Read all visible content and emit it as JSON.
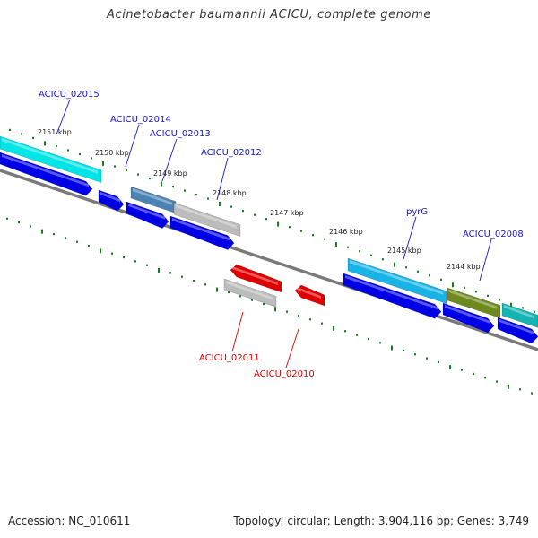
{
  "title": "Acinetobacter baumannii ACICU, complete genome",
  "footer": {
    "accession": "Accession: NC_010611",
    "summary": "Topology: circular; Length: 3,904,116 bp; Genes: 3,749"
  },
  "colors": {
    "backbone": "#7a7a7a",
    "tick": "#138013",
    "cds": "#0000e6",
    "label_blue": "#1616c8",
    "label_red": "#e00000",
    "cyan": "#00e6e6",
    "sky": "#19b4e6",
    "steelblue": "#4a82b4",
    "gray": "#bcbcbc",
    "olive": "#6e8a1e",
    "teal": "#14b4b4",
    "red": "#e00000"
  },
  "scale": {
    "unit": "kbp",
    "labels": [
      "2151 kbp",
      "2150 kbp",
      "2149 kbp",
      "2148 kbp",
      "2147 kbp",
      "2146 kbp",
      "2145 kbp",
      "2144 kbp"
    ]
  },
  "features": {
    "plus_strand": [
      {
        "label": "ACICU_02015",
        "color": "cyan"
      },
      {
        "label": "ACICU_02014",
        "color": "none"
      },
      {
        "label": "ACICU_02013",
        "color": "steelblue"
      },
      {
        "label": "ACICU_02012",
        "color": "gray"
      },
      {
        "label": "pyrG",
        "color": "sky"
      },
      {
        "label": "ACICU_02008",
        "color": "olive"
      },
      {
        "label": "",
        "color": "teal"
      }
    ],
    "minus_strand": [
      {
        "label": "ACICU_02011",
        "color": "red"
      },
      {
        "label": "ACICU_02010",
        "color": "red"
      }
    ]
  }
}
